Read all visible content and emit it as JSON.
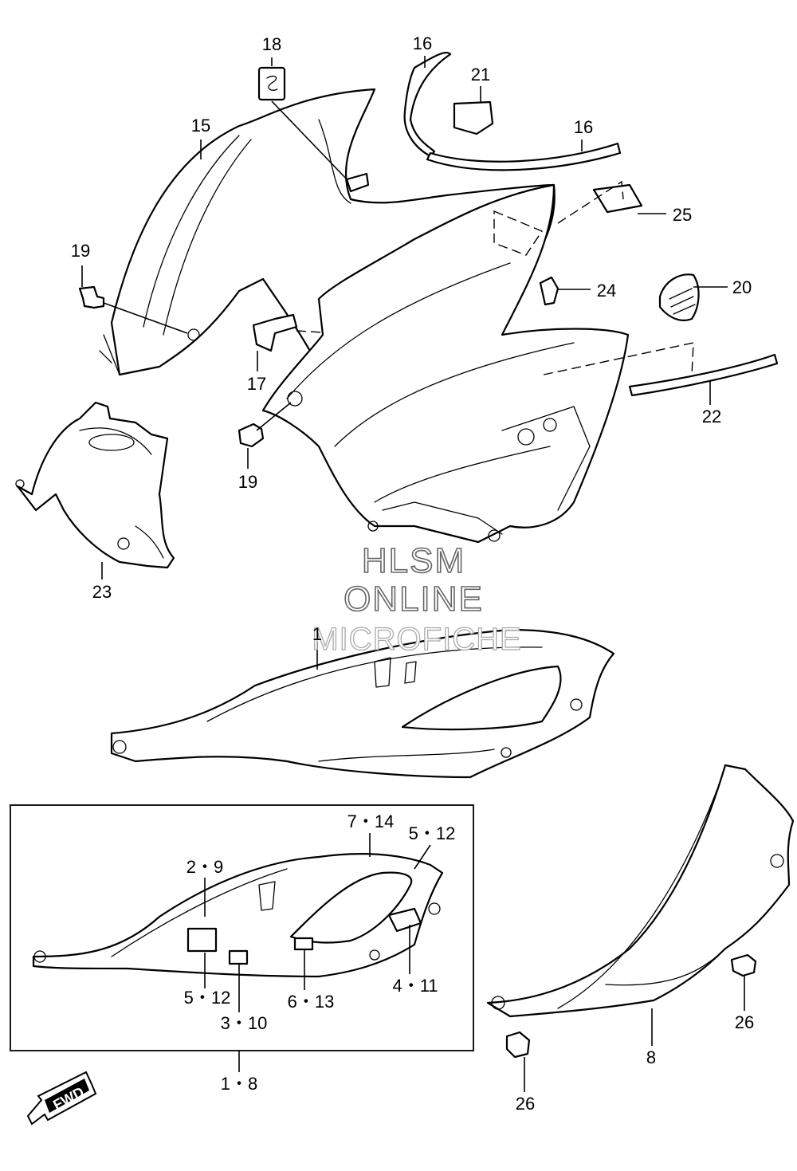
{
  "callouts": {
    "c1": "1",
    "c1_8": "1・8",
    "c2_9": "2・9",
    "c3_10": "3・10",
    "c4_11": "4・11",
    "c5_12_top": "5・12",
    "c5_12_bottom": "5・12",
    "c6_13": "6・13",
    "c7_14": "7・14",
    "c8": "8",
    "c15": "15",
    "c16_left": "16",
    "c16_right": "16",
    "c17": "17",
    "c18": "18",
    "c19_upper": "19",
    "c19_lower": "19",
    "c20": "20",
    "c21": "21",
    "c22": "22",
    "c23": "23",
    "c24": "24",
    "c25": "25",
    "c26_right": "26",
    "c26_lower": "26"
  },
  "watermark": {
    "line1": "HLSM",
    "line2": "ONLINE",
    "line3": "MICROFICHE"
  },
  "fwd_label": "FWD",
  "colors": {
    "line": "#000000",
    "background": "#ffffff",
    "watermark": "#888888"
  },
  "icons": {
    "fwd_arrow": "fwd-arrow-icon",
    "emblem": "suzuki-emblem-icon"
  }
}
